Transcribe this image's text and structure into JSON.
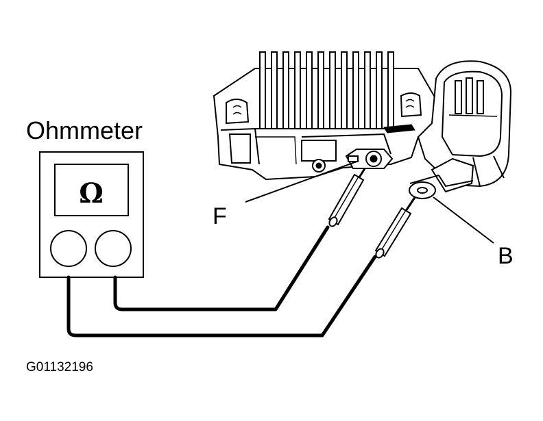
{
  "diagram": {
    "title": "Ohmmeter",
    "meter_symbol": "Ω",
    "terminal_f_label": "F",
    "terminal_b_label": "B",
    "figure_code": "G01132196",
    "colors": {
      "ink": "#000000",
      "background": "#ffffff"
    }
  }
}
